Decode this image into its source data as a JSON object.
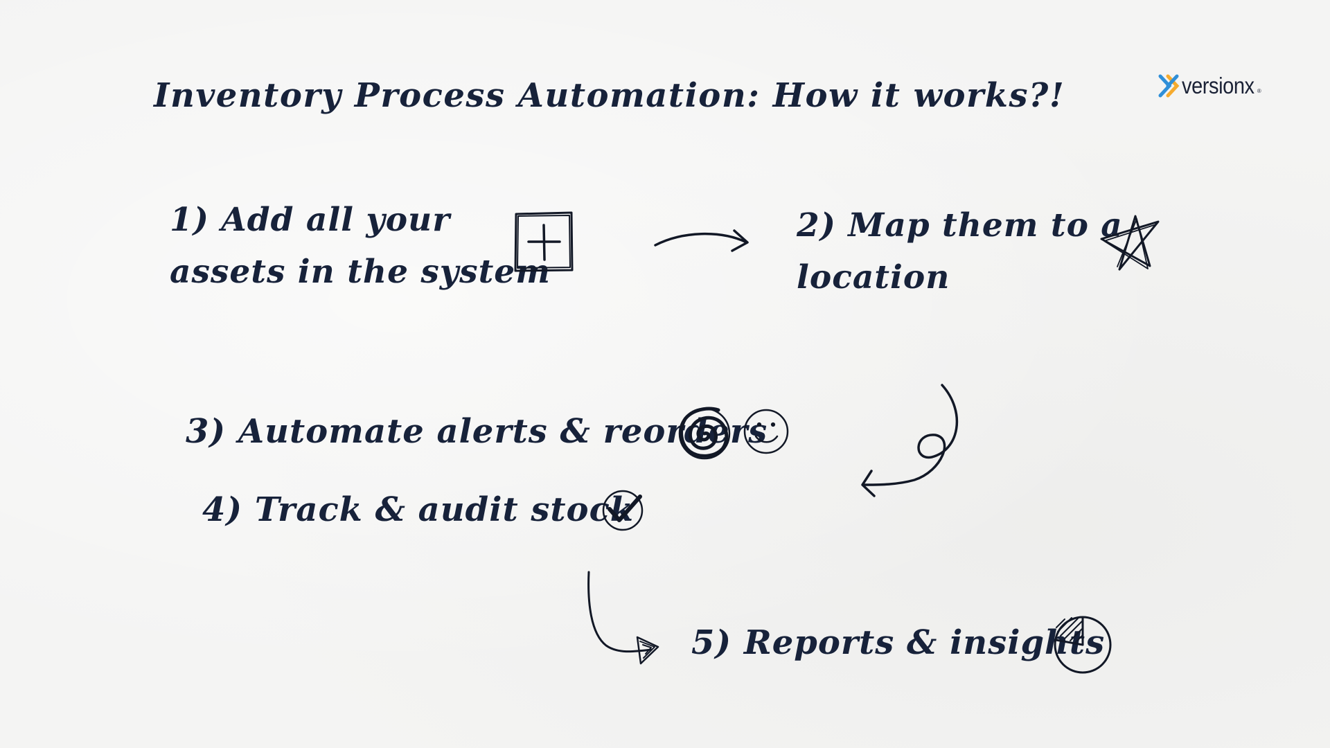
{
  "title": "Inventory Process Automation: How it works?!",
  "logo": {
    "name": "versionx",
    "registered": "®"
  },
  "steps": [
    {
      "number": "1)",
      "line1": "1) Add all your",
      "line2": "assets in the system",
      "icon": "plus-box-icon"
    },
    {
      "number": "2)",
      "line1": "2) Map them to a",
      "line2": "location",
      "icon": "star-icon"
    },
    {
      "number": "3)",
      "text": "3) Automate alerts & reorders",
      "icons": [
        "spiral-icon",
        "smiley-icon"
      ]
    },
    {
      "number": "4)",
      "text": "4) Track & audit stock",
      "icon": "checkmark-circle-icon"
    },
    {
      "number": "5)",
      "text": "5) Reports & insights",
      "icon": "pie-chart-icon"
    }
  ],
  "colors": {
    "ink": "#17223a",
    "background": "#f4f4f3",
    "logo_blue": "#2f8fd8",
    "logo_orange": "#f5a623"
  }
}
